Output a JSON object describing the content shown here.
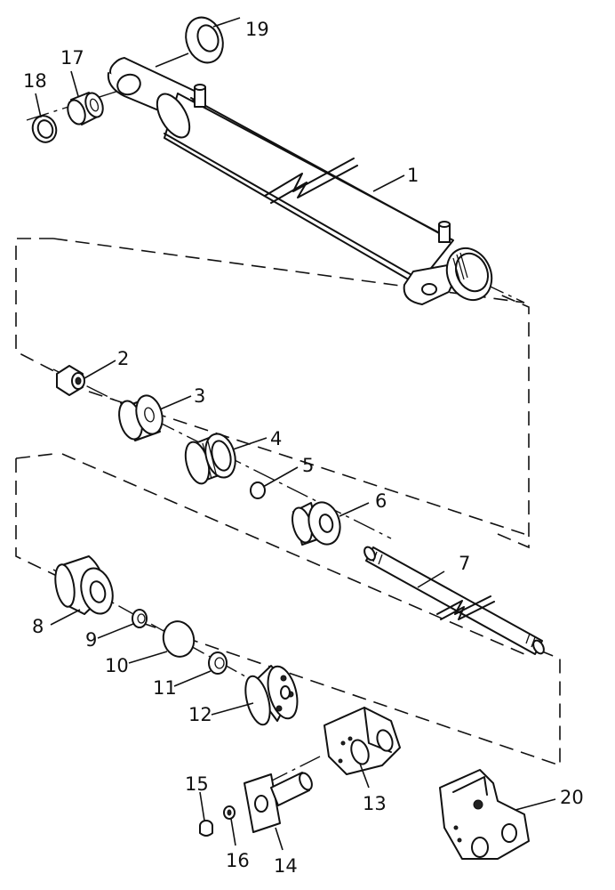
{
  "diagram": {
    "type": "exploded-parts-view",
    "callouts": [
      {
        "id": "p1",
        "label": "1"
      },
      {
        "id": "p2",
        "label": "2"
      },
      {
        "id": "p3",
        "label": "3"
      },
      {
        "id": "p4",
        "label": "4"
      },
      {
        "id": "p5",
        "label": "5"
      },
      {
        "id": "p6",
        "label": "6"
      },
      {
        "id": "p7",
        "label": "7"
      },
      {
        "id": "p8",
        "label": "8"
      },
      {
        "id": "p9",
        "label": "9"
      },
      {
        "id": "p10",
        "label": "10"
      },
      {
        "id": "p11",
        "label": "11"
      },
      {
        "id": "p12",
        "label": "12"
      },
      {
        "id": "p13",
        "label": "13"
      },
      {
        "id": "p14",
        "label": "14"
      },
      {
        "id": "p15",
        "label": "15"
      },
      {
        "id": "p16",
        "label": "16"
      },
      {
        "id": "p17",
        "label": "17"
      },
      {
        "id": "p18",
        "label": "18"
      },
      {
        "id": "p19",
        "label": "19"
      },
      {
        "id": "p20",
        "label": "20"
      }
    ]
  }
}
